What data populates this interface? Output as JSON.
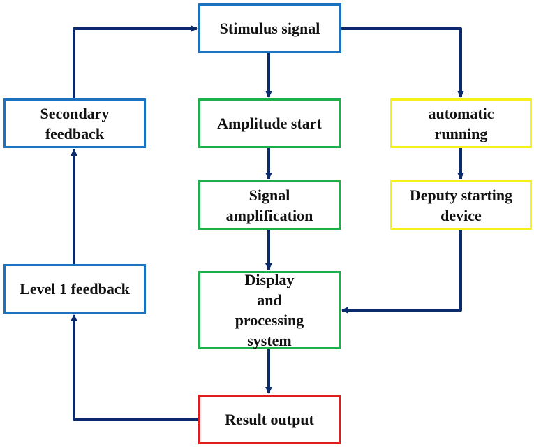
{
  "diagram": {
    "type": "flowchart",
    "colors": {
      "arrow": "#0b2a6b",
      "feedback_border": "#1a72c0",
      "main_path_border": "#1db04a",
      "auto_path_border": "#f5f01a",
      "output_border": "#e11c1c"
    },
    "nodes": {
      "stimulus": {
        "label": "Stimulus signal"
      },
      "amplitude": {
        "label": "Amplitude start"
      },
      "signal_amp": {
        "label": "Signal amplification"
      },
      "display": {
        "label": "Display and processing system"
      },
      "result": {
        "label": "Result output"
      },
      "automatic": {
        "label": "automatic running"
      },
      "deputy": {
        "label": "Deputy starting device"
      },
      "secondary": {
        "label": "Secondary feedback"
      },
      "level1": {
        "label": "Level 1 feedback"
      }
    },
    "edges": [
      {
        "from": "stimulus",
        "to": "amplitude"
      },
      {
        "from": "amplitude",
        "to": "signal_amp"
      },
      {
        "from": "signal_amp",
        "to": "display"
      },
      {
        "from": "display",
        "to": "result"
      },
      {
        "from": "stimulus",
        "to": "automatic"
      },
      {
        "from": "automatic",
        "to": "deputy"
      },
      {
        "from": "deputy",
        "to": "display"
      },
      {
        "from": "result",
        "to": "level1"
      },
      {
        "from": "level1",
        "to": "secondary"
      },
      {
        "from": "secondary",
        "to": "stimulus"
      }
    ]
  }
}
